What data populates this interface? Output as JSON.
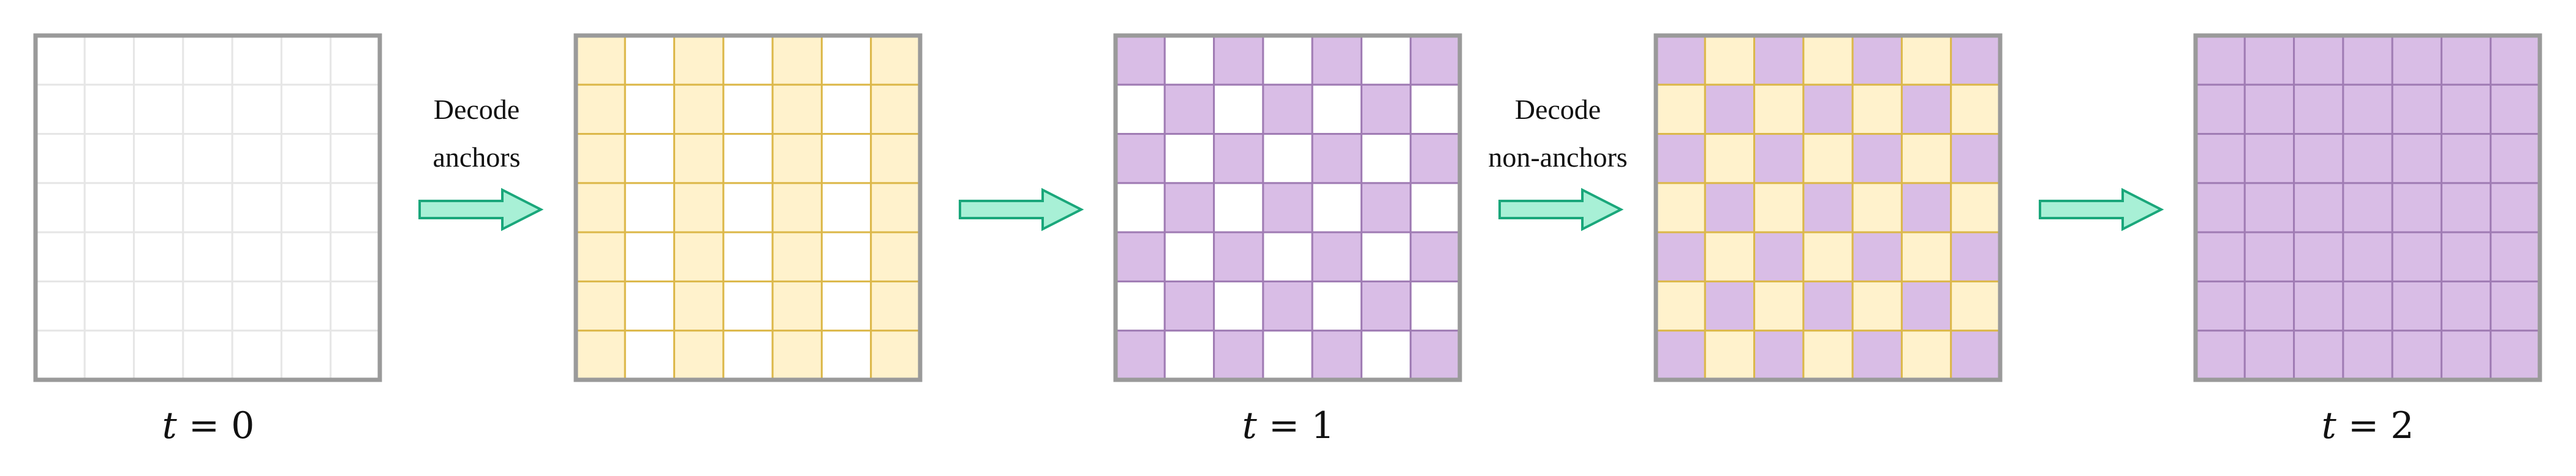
{
  "colors": {
    "empty_fill": "#ffffff",
    "empty_grid": "#e6e6e6",
    "anchor_fill": "#fff2cc",
    "anchor_grid": "#dcb84a",
    "decoded_fill": "#d9bde6",
    "decoded_grid": "#a07cb4",
    "frame": "#9a9a9a",
    "arrow_fill": "#a8f0d6",
    "arrow_stroke": "#1aa77b"
  },
  "grid": {
    "rows": 7,
    "cols": 7
  },
  "panels": [
    {
      "state": "empty"
    },
    {
      "state": "anchors",
      "pattern": "anchor-columns-yellow"
    },
    {
      "state": "anchors-decoded",
      "pattern": "checkerboard-purple"
    },
    {
      "state": "non-anchors",
      "pattern": "checkerboard-purple-yellow"
    },
    {
      "state": "all-decoded",
      "pattern": "solid-purple"
    }
  ],
  "arrows": [
    {
      "label_line1": "Decode",
      "label_line2": "anchors"
    },
    {
      "label_line1": "",
      "label_line2": ""
    },
    {
      "label_line1": "Decode",
      "label_line2": "non-anchors"
    },
    {
      "label_line1": "",
      "label_line2": ""
    }
  ],
  "time_labels": [
    {
      "variable": "t",
      "operator": "=",
      "value": "0"
    },
    {
      "variable": "t",
      "operator": "=",
      "value": "1"
    },
    {
      "variable": "t",
      "operator": "=",
      "value": "2"
    }
  ]
}
